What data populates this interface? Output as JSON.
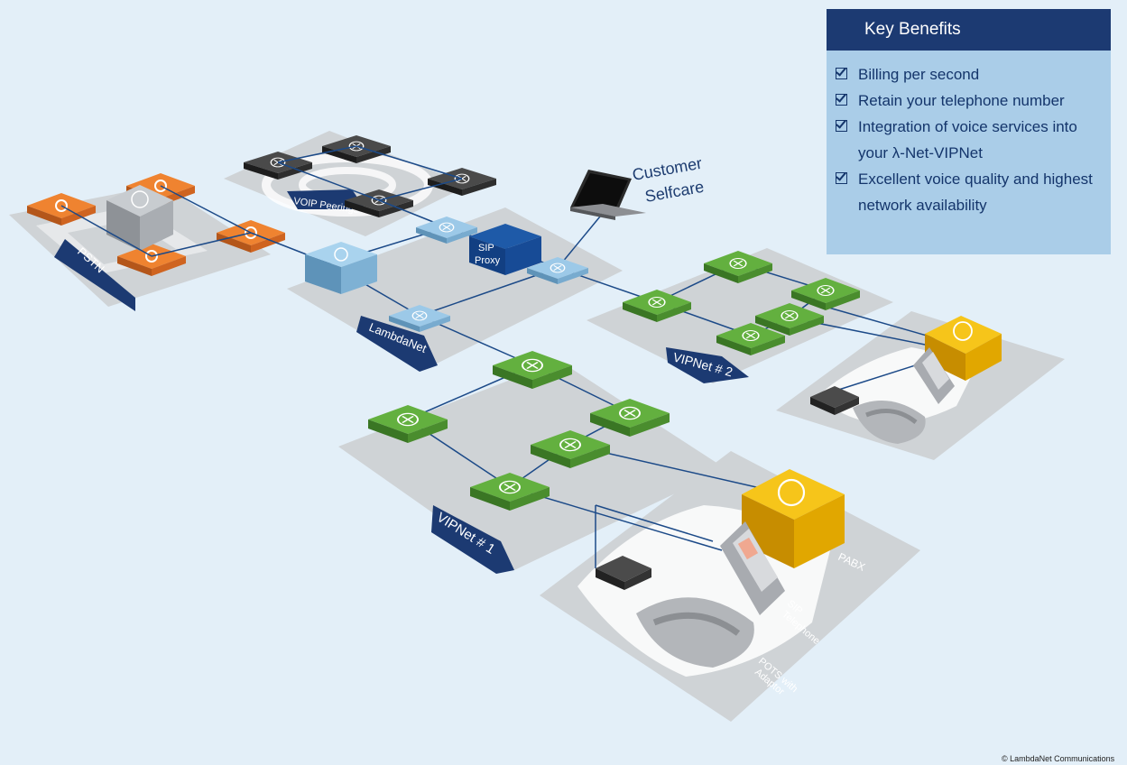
{
  "key_benefits": {
    "title": "Key Benefits",
    "items": [
      "Billing per second",
      "Retain your telephone number",
      "Integration of voice services into your λ-Net-VIPNet",
      "Excellent voice quality and highest network availability"
    ]
  },
  "labels": {
    "pstn": "PSTN",
    "voip_peerings": "VOIP Peerings",
    "sip_proxy_line1": "SIP",
    "sip_proxy_line2": "Proxy",
    "lambdanet": "LambdaNet",
    "customer_selfcare_line1": "Customer",
    "customer_selfcare_line2": "Selfcare",
    "vipnet1": "VIPNet # 1",
    "vipnet2": "VIPNet # 2",
    "pabx": "PABX",
    "sip_telephone_line1": "SIP",
    "sip_telephone_line2": "Telephone",
    "pots_line1": "POTS with",
    "pots_line2": "Adaptor"
  },
  "copyright": "© LambdaNet Communications",
  "colors": {
    "background": "#e3eff8",
    "navy": "#1c3a72",
    "panel": "#aacde8",
    "orange": "#e8731e",
    "green": "#5ea83a",
    "light_blue": "#86bfe0",
    "dark_gray": "#4a4a4a",
    "yellow": "#f1b400"
  }
}
